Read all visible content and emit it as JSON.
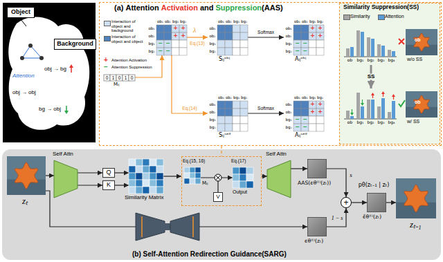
{
  "diagram": {
    "nodes": [
      {
        "text": [
          "(a)",
          "Attention",
          "Activation",
          "and",
          "Suppression",
          "(AAS)"
        ]
      },
      {
        "text": [
          "obj → bg",
          "obj → obj",
          "bg → obj",
          "Attention"
        ]
      },
      {
        "text": [
          "Object"
        ],
        "in": 1
      },
      {
        "text": [
          "Background"
        ],
        "in": 1
      },
      {
        "text": [
          "0",
          "1",
          "0",
          "1",
          "0",
          "Mᵢⱼ"
        ],
        "in": 0
      },
      {
        "text": [
          "ob₁",
          "ob₂",
          "bg₁",
          "bg₂",
          "ob₁",
          "ob₂",
          "bg₁",
          "bg₂",
          "+",
          "+",
          "+",
          "+",
          "−",
          "−",
          "−",
          "−"
        ],
        "in": 0
      },
      {
        "text": [
          "Sᵢⱼᵒᵇʲ",
          "ob₁",
          "ob₂",
          "bg₁",
          "bg₂",
          "ob₁",
          "ob₂",
          "bg₁",
          "bg₂"
        ],
        "in": 0
      },
      {
        "text": [
          "Aᵢⱼᵒᵇʲ",
          "ob₁",
          "ob₂",
          "bg₁",
          "bg₂",
          "ob₁",
          "ob₂",
          "bg₁",
          "bg₂",
          "+",
          "+",
          "+",
          "+",
          "−",
          "−",
          "−",
          "−"
        ],
        "in": 0
      },
      {
        "text": [
          "Sᵢⱼˢᵉˡᶠ",
          "ob₁",
          "ob₂",
          "bg₁",
          "bg₂",
          "ob₁",
          "ob₂",
          "bg₁",
          "bg₂"
        ],
        "in": 0
      },
      {
        "text": [
          "Aᵢⱼˢᵉˡᶠ",
          "ob₁",
          "ob₂",
          "bg₁",
          "bg₂",
          "ob₁",
          "ob₂",
          "bg₁",
          "bg₂",
          "+",
          "+",
          "+",
          "+",
          "−",
          "−",
          "−",
          "−"
        ],
        "in": 0
      },
      {
        "text": [
          "Similarity Suppression(SS)"
        ],
        "in": 0
      },
      {
        "text": [
          "ob",
          "bg₁",
          "bg₂",
          "bg₃",
          "bg₄"
        ],
        "in": 10
      },
      {
        "text": [
          "w/o SS",
          "ob"
        ],
        "in": 10
      },
      {
        "text": [
          "ob",
          "bg₁",
          "bg₂",
          "bg₃",
          "bg₄"
        ],
        "in": 10
      },
      {
        "text": [
          "w/ SS",
          "ob"
        ],
        "in": 10
      },
      {
        "text": [
          "(b) Self-Attention Redirection Guidance(SARG)"
        ]
      },
      {
        "text": [
          "zₜ"
        ],
        "in": 15
      },
      {
        "text": [
          "Self Attn"
        ],
        "in": 15
      },
      {
        "text": [
          "Q"
        ],
        "in": 15
      },
      {
        "text": [
          "K"
        ],
        "in": 15
      },
      {
        "text": [
          "Similarity Matrix"
        ],
        "in": 15
      },
      {
        "text": [
          "Eq.(15, 16)",
          "Eq.(17)",
          "Mᵢⱼ"
        ],
        "in": 15
      },
      {
        "text": [
          "V"
        ],
        "in": 21
      },
      {
        "text": [
          "Output"
        ],
        "in": 21
      },
      {
        "text": [
          "Self Attn"
        ],
        "in": 15
      },
      {
        "text": [
          "AAS(ϵθ⁽ᵗ⁾(zₜ))"
        ],
        "in": 15
      },
      {
        "text": [
          "ϵθ⁽ᵗ⁾(zₜ)"
        ],
        "in": 15
      },
      {
        "text": [
          "+"
        ],
        "in": 15
      },
      {
        "text": [
          "ϵ̃θ⁽ᵗ⁾(zₜ)"
        ],
        "in": 15
      },
      {
        "text": [
          "zₜ₋₁"
        ],
        "in": 15
      }
    ],
    "edges": [
      {
        "from": 4,
        "to": 5,
        "arrow": "to"
      },
      {
        "from": 5,
        "to": 6,
        "arrow": "to",
        "label": "Eq.(13)"
      },
      {
        "from": 5,
        "to": 8,
        "arrow": "to",
        "label": "Eq.(14)"
      },
      {
        "from": 6,
        "to": 7,
        "arrow": "to",
        "label": "Softmax"
      },
      {
        "from": 8,
        "to": 9,
        "arrow": "to",
        "label": "Softmax"
      },
      {
        "from": 11,
        "to": 13,
        "arrow": "to",
        "label": "SS"
      },
      {
        "from": 0,
        "to": 21,
        "arrow": "none"
      },
      {
        "from": 16,
        "to": 17,
        "arrow": "to"
      },
      {
        "from": 16,
        "to": 26,
        "arrow": "to"
      },
      {
        "from": 17,
        "to": 18,
        "arrow": "to"
      },
      {
        "from": 17,
        "to": 19,
        "arrow": "to"
      },
      {
        "from": 18,
        "to": 20,
        "arrow": "to"
      },
      {
        "from": 19,
        "to": 20,
        "arrow": "to"
      },
      {
        "from": 20,
        "to": 21,
        "arrow": "to"
      },
      {
        "from": 22,
        "to": 23,
        "arrow": "to"
      },
      {
        "from": 21,
        "to": 24,
        "arrow": "to"
      },
      {
        "from": 24,
        "to": 25,
        "arrow": "to"
      },
      {
        "from": 25,
        "to": 27,
        "arrow": "to",
        "label": "s"
      },
      {
        "from": 26,
        "to": 27,
        "arrow": "to",
        "label": "1 − s"
      },
      {
        "from": 27,
        "to": 28,
        "arrow": "to"
      },
      {
        "from": 28,
        "to": 29,
        "arrow": "to",
        "label": "pθ(zₜ₋₁ | zₜ)"
      }
    ],
    "labels": [
      "+",
      "−",
      "λ"
    ],
    "legend": [
      {
        "text": "Interaction of object and background",
        "color": "#cfe0f3"
      },
      {
        "text": "Interaction of object and object",
        "color": "#4f81bd"
      },
      {
        "text": "Attention Activation"
      },
      {
        "text": "Attention Suppression"
      },
      {
        "text": "Similarity",
        "color": "#a5a5a5"
      },
      {
        "text": "Attention",
        "color": "#5b9bd5"
      }
    ]
  }
}
